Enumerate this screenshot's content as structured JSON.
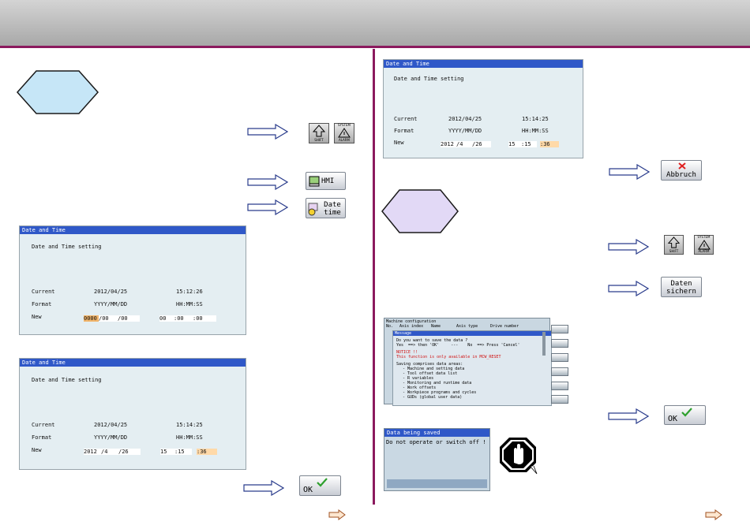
{
  "colors": {
    "accent": "#8b1a5e",
    "hex_left": "#c6e6f7",
    "hex_right": "#e2d9f6",
    "screen_header": "#2f58c8",
    "field_highlight": "#f2b56b",
    "check": "#2ea02e",
    "cross": "#e02020"
  },
  "icons": [
    "arrow-right-icon",
    "shift-icon",
    "system-alarm-icon",
    "hmi-icon",
    "date-time-icon",
    "ok-check-icon",
    "cancel-x-icon",
    "stop-hand-icon",
    "next-page-icon"
  ],
  "keys": {
    "shift": "SHIFT",
    "system_l1": "SYSTEM",
    "system_l2": "ALARM",
    "hmi": "HMI",
    "date_time_l1": "Date",
    "date_time_l2": "time",
    "ok": "OK",
    "abbruch": "Abbruch",
    "daten_l1": "Daten",
    "daten_l2": "sichern"
  },
  "screen1": {
    "header": "Date and Time",
    "subtitle": "Date and Time setting",
    "current_label": "Current",
    "current_date": "2012/04/25",
    "current_time": "15:12:26",
    "format_label": "Format",
    "format_date": "YYYY/MM/DD",
    "format_time": "HH:MM:SS",
    "new_label": "New",
    "f_year": "0000",
    "f_month": "/00",
    "f_day": "/00",
    "f_hour": "00",
    "f_min": ":00",
    "f_sec": ":00"
  },
  "screen2": {
    "header": "Date and Time",
    "subtitle": "Date and Time setting",
    "current_label": "Current",
    "current_date": "2012/04/25",
    "current_time": "15:14:25",
    "format_label": "Format",
    "format_date": "YYYY/MM/DD",
    "format_time": "HH:MM:SS",
    "new_label": "New",
    "f_year": "2012",
    "f_month": "/4",
    "f_day": "/26",
    "f_hour": "15",
    "f_min": ":15",
    "f_sec": ":36"
  },
  "screen3": {
    "header": "Date and Time",
    "subtitle": "Date and Time setting",
    "current_label": "Current",
    "current_date": "2012/04/25",
    "current_time": "15:14:25",
    "format_label": "Format",
    "format_date": "YYYY/MM/DD",
    "format_time": "HH:MM:SS",
    "new_label": "New",
    "f_year": "2012",
    "f_month": "/4",
    "f_day": "/26",
    "f_hour": "15",
    "f_min": ":15",
    "f_sec": ":36"
  },
  "machine_config": {
    "title": "Machine configuration",
    "columns": [
      "No.",
      "Axis index",
      "Name",
      "Axis type",
      "Drive number"
    ],
    "msg_header": "Message",
    "q1": "Do you want to save the data ?",
    "q2": "Yes  ==> then 'OK'     ---    No  ==> Press 'Cancel'",
    "notice1": "NOTICE !!",
    "notice2": "This function is only available in MCW_RESET",
    "saving": "Saving comprises data areas:",
    "items": [
      "- Machine and setting data",
      "- Tool offset data list",
      "- R variables",
      "- Monitoring and runtime data",
      "- Work offsets",
      "- Workpiece programs and cycles",
      "- GUDs (global user data)"
    ]
  },
  "saving_dialog": {
    "header": "Data being saved",
    "text": "Do not operate or switch off !"
  }
}
